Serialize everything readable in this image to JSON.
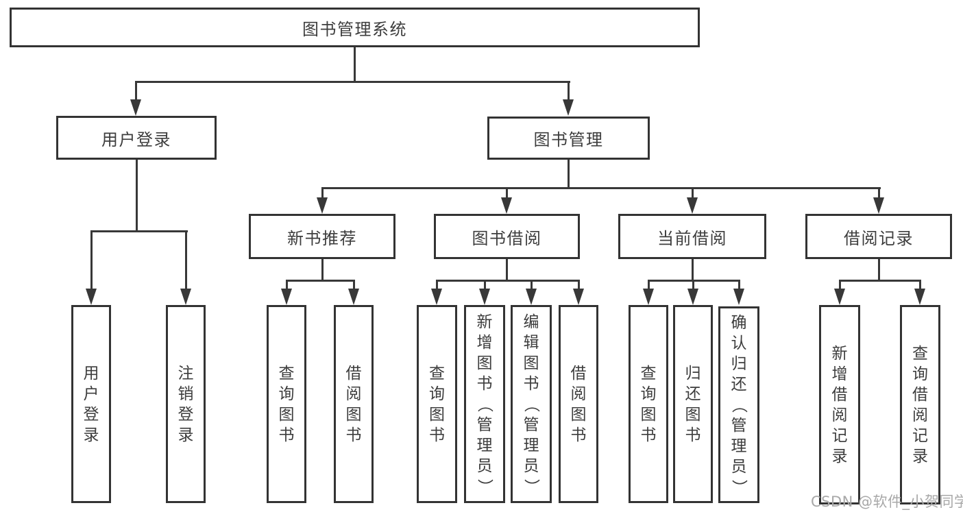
{
  "diagram": {
    "type": "functional-structure-tree",
    "colors": {
      "line": "#383838",
      "border": "#333333",
      "text": "#3d3d3d",
      "watermark_text": "#a8a8a8",
      "background": "#ffffff"
    }
  },
  "tree": {
    "root": {
      "label": "图书管理系统",
      "children": [
        {
          "label": "用户登录",
          "children": [
            {
              "label": "用户登录"
            },
            {
              "label": "注销登录"
            }
          ]
        },
        {
          "label": "图书管理",
          "children": [
            {
              "label": "新书推荐",
              "children": [
                {
                  "label": "查询图书"
                },
                {
                  "label": "借阅图书"
                }
              ]
            },
            {
              "label": "图书借阅",
              "children": [
                {
                  "label": "查询图书"
                },
                {
                  "label": "新增图书（管理员）"
                },
                {
                  "label": "编辑图书（管理员）"
                },
                {
                  "label": "借阅图书"
                }
              ]
            },
            {
              "label": "当前借阅",
              "children": [
                {
                  "label": "查询图书"
                },
                {
                  "label": "归还图书"
                },
                {
                  "label": "确认归还（管理员）"
                }
              ]
            },
            {
              "label": "借阅记录",
              "children": [
                {
                  "label": "新增借阅记录"
                },
                {
                  "label": "查询借阅记录"
                }
              ]
            }
          ]
        }
      ]
    }
  },
  "watermark": {
    "text": "CSDN @软件_小贺同学"
  }
}
